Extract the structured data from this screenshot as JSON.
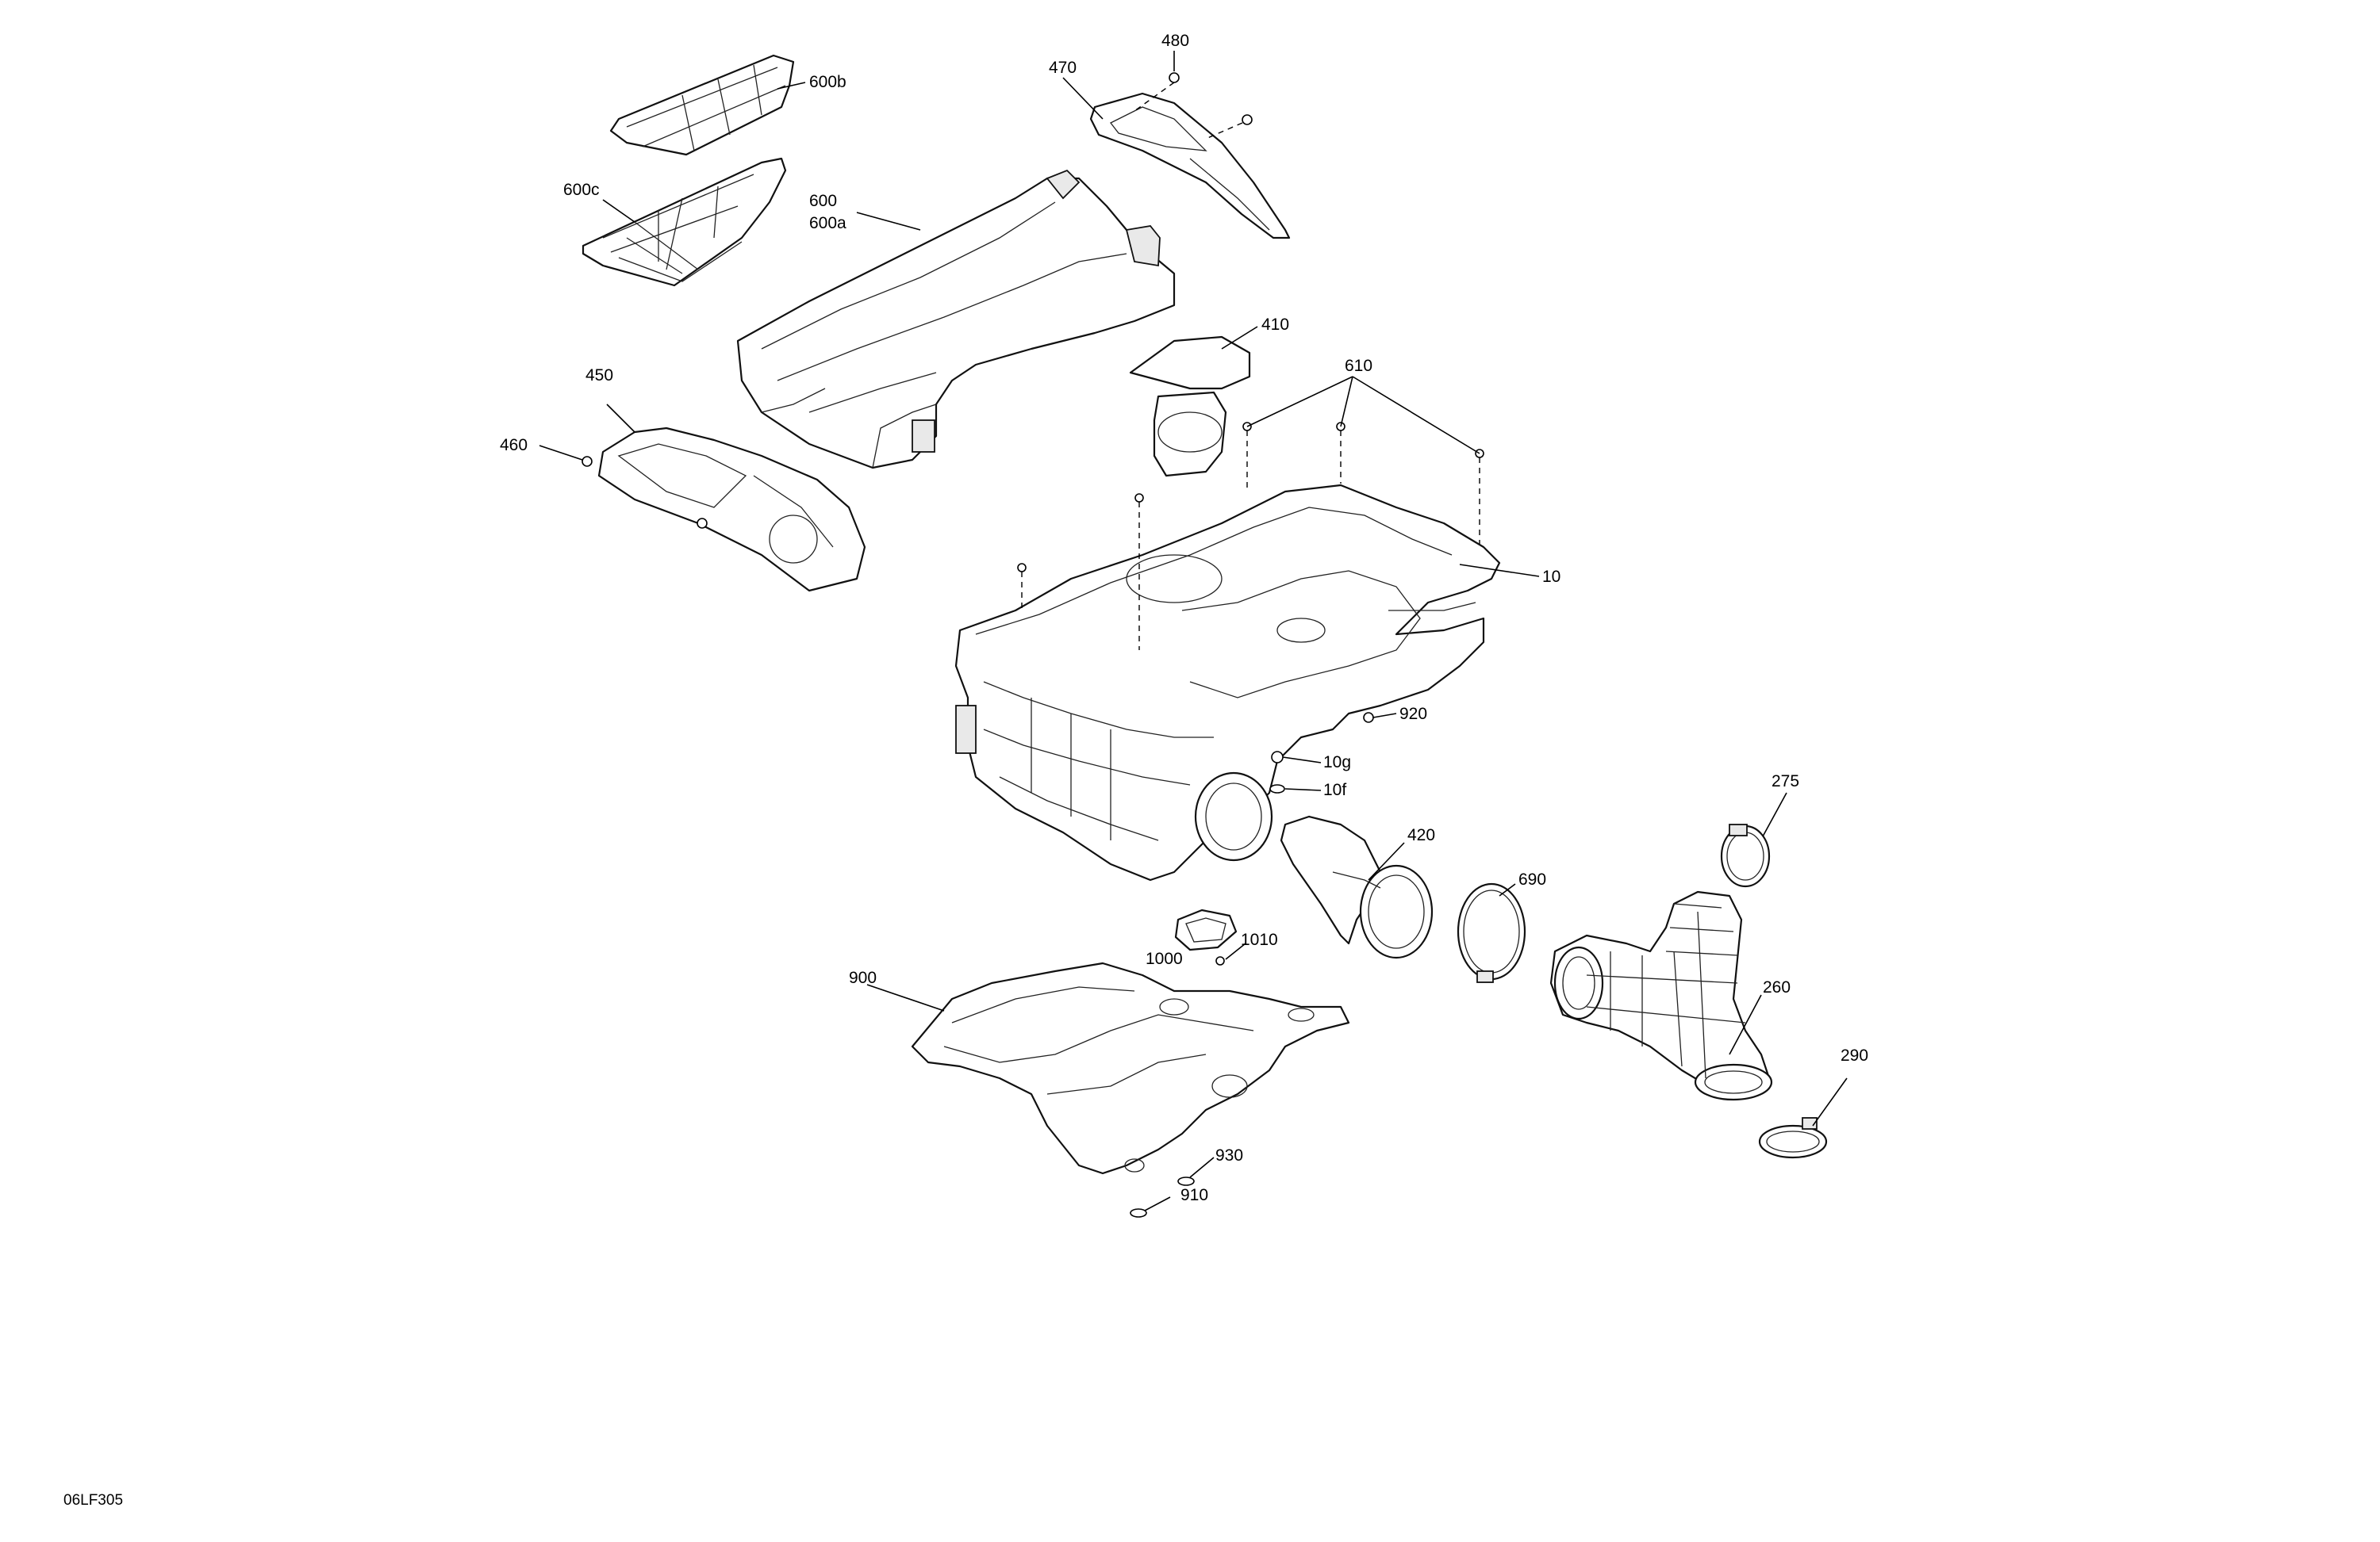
{
  "figure_code": "06LF305",
  "callouts": [
    {
      "id": "480",
      "label": "480"
    },
    {
      "id": "470",
      "label": "470"
    },
    {
      "id": "600b",
      "label": "600b"
    },
    {
      "id": "600c",
      "label": "600c"
    },
    {
      "id": "600",
      "label": "600"
    },
    {
      "id": "600a",
      "label": "600a"
    },
    {
      "id": "410",
      "label": "410"
    },
    {
      "id": "610",
      "label": "610"
    },
    {
      "id": "450",
      "label": "450"
    },
    {
      "id": "460",
      "label": "460"
    },
    {
      "id": "10",
      "label": "10"
    },
    {
      "id": "920",
      "label": "920"
    },
    {
      "id": "10g",
      "label": "10g"
    },
    {
      "id": "10f",
      "label": "10f"
    },
    {
      "id": "275",
      "label": "275"
    },
    {
      "id": "420",
      "label": "420"
    },
    {
      "id": "690",
      "label": "690"
    },
    {
      "id": "1010",
      "label": "1010"
    },
    {
      "id": "1000",
      "label": "1000"
    },
    {
      "id": "900",
      "label": "900"
    },
    {
      "id": "260",
      "label": "260"
    },
    {
      "id": "290",
      "label": "290"
    },
    {
      "id": "930",
      "label": "930"
    },
    {
      "id": "910",
      "label": "910"
    }
  ]
}
